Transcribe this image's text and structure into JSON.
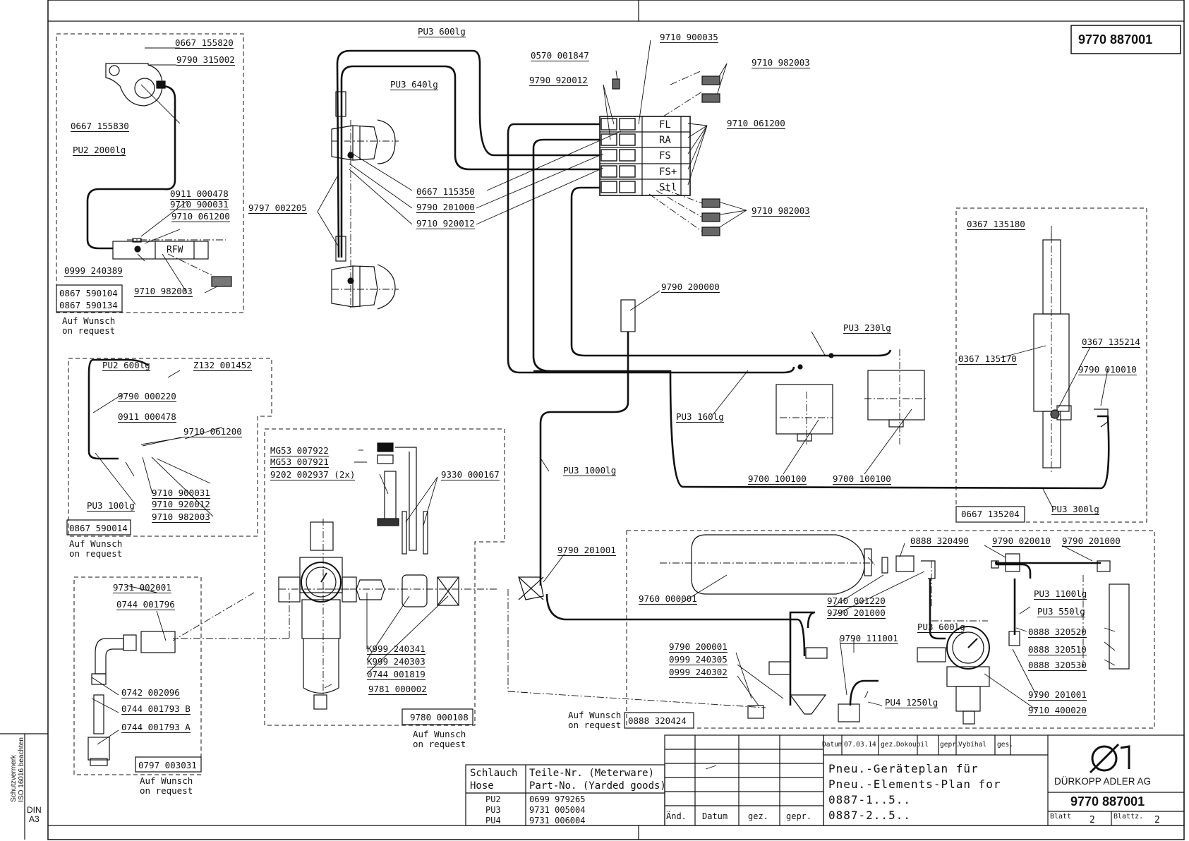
{
  "drawing_number": "9770 887001",
  "part_labels": [
    {
      "id": "0667_155820_a",
      "text": "0667 155820"
    },
    {
      "id": "9790_315002",
      "text": "9790 315002"
    },
    {
      "id": "0667_155830",
      "text": "0667 155830"
    },
    {
      "id": "pu2_2000",
      "text": "PU2 2000lg"
    },
    {
      "id": "0911_000478_a",
      "text": "0911 000478"
    },
    {
      "id": "9710_900031_a",
      "text": "9710 900031"
    },
    {
      "id": "9710_061200_a",
      "text": "9710 061200"
    },
    {
      "id": "0999_240389",
      "text": "0999 240389"
    },
    {
      "id": "9710_982003_a",
      "text": "9710 982003"
    },
    {
      "id": "pu3_600_top",
      "text": "PU3 600lg"
    },
    {
      "id": "pu3_640",
      "text": "PU3 640lg"
    },
    {
      "id": "9797_002205",
      "text": "9797 002205"
    },
    {
      "id": "0667_115350",
      "text": "0667 115350"
    },
    {
      "id": "9790_201000_a",
      "text": "9790 201000"
    },
    {
      "id": "9710_920012_a",
      "text": "9710 920012"
    },
    {
      "id": "0570_001847",
      "text": "0570 001847"
    },
    {
      "id": "9710_900035",
      "text": "9710 900035"
    },
    {
      "id": "9790_920012",
      "text": "9790 920012"
    },
    {
      "id": "9710_982003_b",
      "text": "9710 982003"
    },
    {
      "id": "9710_061200_b",
      "text": "9710 061200"
    },
    {
      "id": "9710_982003_c",
      "text": "9710 982003"
    },
    {
      "id": "9790_200000",
      "text": "9790 200000"
    },
    {
      "id": "0367_135180",
      "text": "0367 135180"
    },
    {
      "id": "0367_135170",
      "text": "0367 135170"
    },
    {
      "id": "0367_135214",
      "text": "0367 135214"
    },
    {
      "id": "9790_010010",
      "text": "9790 010010"
    },
    {
      "id": "pu3_230",
      "text": "PU3 230lg"
    },
    {
      "id": "pu3_160",
      "text": "PU3 160lg"
    },
    {
      "id": "9700_100100_a",
      "text": "9700 100100"
    },
    {
      "id": "9700_100100_b",
      "text": "9700 100100"
    },
    {
      "id": "pu3_1000",
      "text": "PU3 1000lg"
    },
    {
      "id": "pu3_300",
      "text": "PU3 300lg"
    },
    {
      "id": "pu2_600",
      "text": "PU2 600lg"
    },
    {
      "id": "z132_001452",
      "text": "Z132 001452"
    },
    {
      "id": "9790_000220",
      "text": "9790 000220"
    },
    {
      "id": "0911_000478_b",
      "text": "0911 000478"
    },
    {
      "id": "9710_061200_c",
      "text": "9710 061200"
    },
    {
      "id": "9710_900031_b",
      "text": "9710 900031"
    },
    {
      "id": "pu3_100",
      "text": "PU3 100lg"
    },
    {
      "id": "9710_920012_b",
      "text": "9710 920012"
    },
    {
      "id": "9710_982003_d",
      "text": "9710 982003"
    },
    {
      "id": "mg53_007922",
      "text": "MG53 007922"
    },
    {
      "id": "mg53_007921",
      "text": "MG53 007921"
    },
    {
      "id": "9202_002937",
      "text": "9202 002937 (2x)"
    },
    {
      "id": "9330_000167",
      "text": "9330 000167"
    },
    {
      "id": "k999_240341",
      "text": "K999 240341"
    },
    {
      "id": "k999_240303",
      "text": "K999 240303"
    },
    {
      "id": "0744_001819",
      "text": "0744 001819"
    },
    {
      "id": "9781_000002",
      "text": "9781 000002"
    },
    {
      "id": "9731_002001",
      "text": "9731 002001"
    },
    {
      "id": "0744_001796",
      "text": "0744 001796"
    },
    {
      "id": "0742_002096",
      "text": "0742 002096"
    },
    {
      "id": "0744_001793_b",
      "text": "0744 001793 B"
    },
    {
      "id": "0744_001793_a",
      "text": "0744 001793 A"
    },
    {
      "id": "9790_201001_a",
      "text": "9790 201001"
    },
    {
      "id": "9760_000001",
      "text": "9760 000001"
    },
    {
      "id": "9740_001220",
      "text": "9740 001220"
    },
    {
      "id": "9790_201000_b",
      "text": "9790 201000"
    },
    {
      "id": "0888_320490",
      "text": "0888 320490"
    },
    {
      "id": "9790_020010",
      "text": "9790 020010"
    },
    {
      "id": "9790_201000_c",
      "text": "9790 201000"
    },
    {
      "id": "pu3_1100",
      "text": "PU3 1100lg"
    },
    {
      "id": "pu3_550",
      "text": "PU3 550lg"
    },
    {
      "id": "pu3_600_b",
      "text": "PU3 600lg"
    },
    {
      "id": "0888_320520",
      "text": "0888 320520"
    },
    {
      "id": "0888_320510",
      "text": "0888 320510"
    },
    {
      "id": "0888_320530",
      "text": "0888 320530"
    },
    {
      "id": "9790_200001",
      "text": "9790 200001"
    },
    {
      "id": "0999_240305",
      "text": "0999 240305"
    },
    {
      "id": "0999_240302",
      "text": "0999 240302"
    },
    {
      "id": "9790_111001",
      "text": "9790 111001"
    },
    {
      "id": "pu4_1250",
      "text": "PU4 1250lg"
    },
    {
      "id": "9790_201001_b",
      "text": "9790 201001"
    },
    {
      "id": "9710_400020",
      "text": "9710 400020"
    }
  ],
  "valve_labels": [
    "FL",
    "RA",
    "FS",
    "FS+",
    "Stl"
  ],
  "rfw_label": "RFW",
  "option_boxes": [
    {
      "id": "opt1",
      "codes": [
        "0867 590104",
        "0867 590134"
      ],
      "note": [
        "Auf Wunsch",
        "on request"
      ]
    },
    {
      "id": "opt2",
      "codes": [
        "0867 590014"
      ],
      "note": [
        "Auf Wunsch",
        "on request"
      ]
    },
    {
      "id": "opt3",
      "codes": [
        "9780 000108"
      ],
      "note": [
        "Auf Wunsch",
        "on request"
      ]
    },
    {
      "id": "opt4",
      "codes": [
        "0797 003031"
      ],
      "note": [
        "Auf Wunsch",
        "on request"
      ]
    },
    {
      "id": "opt5",
      "codes": [
        "0888 320424"
      ],
      "note": [
        "Auf Wunsch",
        "on request"
      ]
    },
    {
      "id": "opt6",
      "codes": [
        "0667 135204"
      ],
      "note": []
    }
  ],
  "hose_table": {
    "header_left": [
      "Schlauch",
      "Hose"
    ],
    "header_right": [
      "Teile-Nr. (Meterware)",
      "Part-No. (Yarded goods)"
    ],
    "rows": [
      {
        "hose": "PU2",
        "part": "0699 979265"
      },
      {
        "hose": "PU3",
        "part": "9731 005004"
      },
      {
        "hose": "PU4",
        "part": "9731 006004"
      }
    ]
  },
  "title_block": {
    "rev_headers": [
      "Änd.",
      "Datum",
      "gez.",
      "gepr."
    ],
    "meta": [
      {
        "k": "Datum",
        "v": "07.03.14"
      },
      {
        "k": "gez.",
        "v": "Dokoupil"
      },
      {
        "k": "gepr.",
        "v": "Vybíhal"
      },
      {
        "k": "ges.",
        "v": ""
      }
    ],
    "title_lines": [
      "Pneu.-Geräteplan für",
      "Pneu.-Elements-Plan for",
      "0887-1..5..",
      "0887-2..5.."
    ],
    "company": "DÜRKOPP ADLER AG",
    "number": "9770 887001",
    "sheet_label": "Blatt",
    "sheet_value": "2",
    "sheets_label": "Blattz.",
    "sheets_value": "2"
  },
  "side_note": [
    "Schutzvermerk",
    "ISO 16016 beachten"
  ],
  "format_note": [
    "DIN",
    "A3"
  ]
}
